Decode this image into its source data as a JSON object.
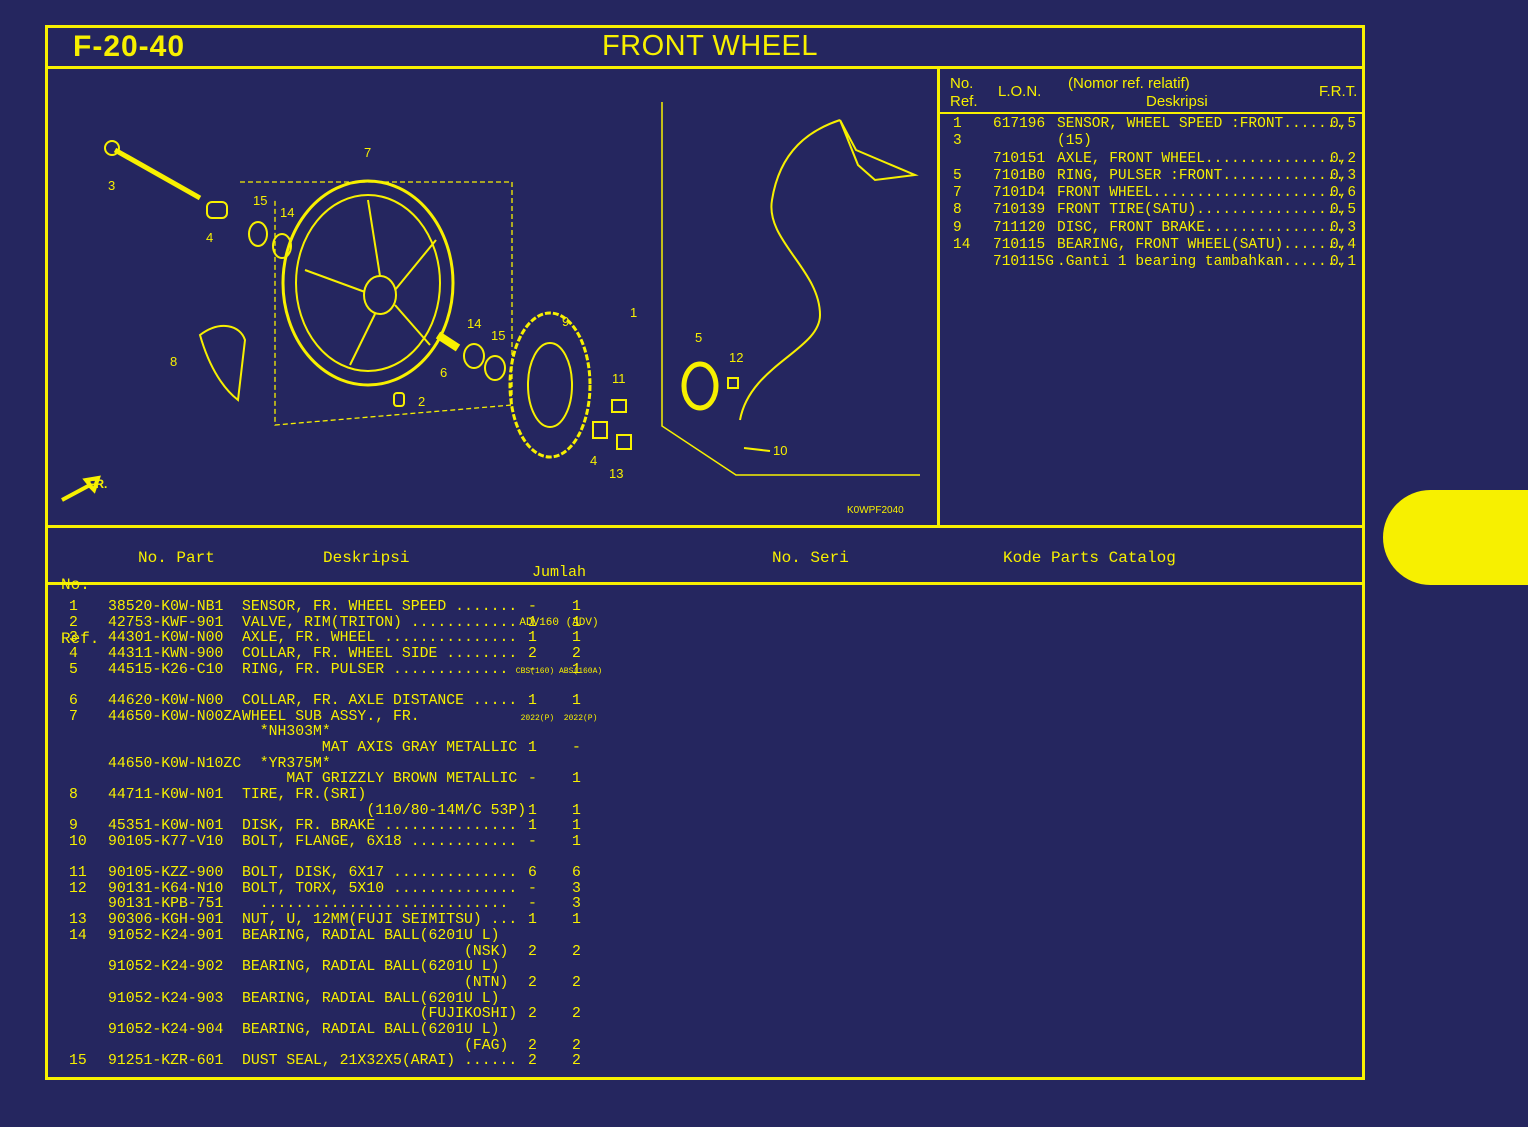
{
  "header": {
    "code": "F-20-40",
    "title": "FRONT WHEEL"
  },
  "diagram": {
    "id_label": "K0WPF2040",
    "direction_label": "FR.",
    "callouts": [
      "1",
      "2",
      "3",
      "4",
      "5",
      "6",
      "7",
      "8",
      "9",
      "10",
      "11",
      "12",
      "13",
      "14",
      "15",
      "14",
      "15",
      "4"
    ]
  },
  "lon_table": {
    "headers": {
      "ref_line1": "No.",
      "ref_line2": "Ref.",
      "lon": "L.O.N.",
      "desc_line1": "(Nomor ref. relatif)",
      "desc_line2": "Deskripsi",
      "frt": "F.R.T."
    },
    "rows": [
      {
        "ref": "1",
        "lon": "617196",
        "desc": "SENSOR, WHEEL SPEED :FRONT.......",
        "frt": "0,5"
      },
      {
        "ref": "3",
        "lon": "",
        "desc": "(15)",
        "frt": ""
      },
      {
        "ref": "",
        "lon": "710151",
        "desc": "AXLE, FRONT WHEEL................",
        "frt": "0,2"
      },
      {
        "ref": "5",
        "lon": "7101B0",
        "desc": "RING, PULSER :FRONT..............",
        "frt": "0,3"
      },
      {
        "ref": "7",
        "lon": "7101D4",
        "desc": "FRONT WHEEL......................",
        "frt": "0,6"
      },
      {
        "ref": "8",
        "lon": "710139",
        "desc": "FRONT TIRE(SATU).................",
        "frt": "0,5"
      },
      {
        "ref": "9",
        "lon": "711120",
        "desc": "DISC, FRONT BRAKE................",
        "frt": "0,3"
      },
      {
        "ref": "14",
        "lon": "710115",
        "desc": "BEARING, FRONT WHEEL(SATU).......",
        "frt": "0,4"
      },
      {
        "ref": "",
        "lon": "710115G",
        "desc": ".Ganti 1 bearing tambahkan.......",
        "frt": "0,1"
      }
    ]
  },
  "parts_table": {
    "headers": {
      "ref_line1": "No.",
      "ref_line2": "Ref.",
      "part": "No. Part",
      "desc": "Deskripsi",
      "qty": "Jumlah",
      "qty_model": "ADV160 (ADV)",
      "qty_variant": "CBS(160) ABS(160A)",
      "qty_year": "2022(P)  2022(P)",
      "serial": "No. Seri",
      "catalog": "Kode Parts Catalog"
    },
    "rows": [
      {
        "ref": "1",
        "part": "38520-K0W-NB1",
        "desc": "SENSOR, FR. WHEEL SPEED .......",
        "q1": "-",
        "q2": "1"
      },
      {
        "ref": "2",
        "part": "42753-KWF-901",
        "desc": "VALVE, RIM(TRITON) ............",
        "q1": "1",
        "q2": "1"
      },
      {
        "ref": "3",
        "part": "44301-K0W-N00",
        "desc": "AXLE, FR. WHEEL ...............",
        "q1": "1",
        "q2": "1"
      },
      {
        "ref": "4",
        "part": "44311-KWN-900",
        "desc": "COLLAR, FR. WHEEL SIDE ........",
        "q1": "2",
        "q2": "2"
      },
      {
        "ref": "5",
        "part": "44515-K26-C10",
        "desc": "RING, FR. PULSER .............",
        "q1": "-",
        "q2": "1"
      },
      {
        "gap": true
      },
      {
        "ref": "6",
        "part": "44620-K0W-N00",
        "desc": "COLLAR, FR. AXLE DISTANCE .....",
        "q1": "1",
        "q2": "1"
      },
      {
        "ref": "7",
        "part": "44650-K0W-N00ZA",
        "desc": "WHEEL SUB ASSY., FR.",
        "q1": "",
        "q2": ""
      },
      {
        "ref": "",
        "part": "",
        "desc": "  *NH303M*",
        "q1": "",
        "q2": ""
      },
      {
        "ref": "",
        "part": "",
        "desc": "         MAT AXIS GRAY METALLIC",
        "q1": "1",
        "q2": "-"
      },
      {
        "ref": "",
        "part": "44650-K0W-N10ZC",
        "desc": "  *YR375M*",
        "q1": "",
        "q2": ""
      },
      {
        "ref": "",
        "part": "",
        "desc": "     MAT GRIZZLY BROWN METALLIC",
        "q1": "-",
        "q2": "1"
      },
      {
        "ref": "8",
        "part": "44711-K0W-N01",
        "desc": "TIRE, FR.(SRI)",
        "q1": "",
        "q2": ""
      },
      {
        "ref": "",
        "part": "",
        "desc": "              (110/80-14M/C 53P)",
        "q1": "1",
        "q2": "1"
      },
      {
        "ref": "9",
        "part": "45351-K0W-N01",
        "desc": "DISK, FR. BRAKE ...............",
        "q1": "1",
        "q2": "1"
      },
      {
        "ref": "10",
        "part": "90105-K77-V10",
        "desc": "BOLT, FLANGE, 6X18 ............",
        "q1": "-",
        "q2": "1"
      },
      {
        "gap": true
      },
      {
        "ref": "11",
        "part": "90105-KZZ-900",
        "desc": "BOLT, DISK, 6X17 ..............",
        "q1": "6",
        "q2": "6"
      },
      {
        "ref": "12",
        "part": "90131-K64-N10",
        "desc": "BOLT, TORX, 5X10 ..............",
        "q1": "-",
        "q2": "3"
      },
      {
        "ref": "",
        "part": "90131-KPB-751",
        "desc": "  ............................",
        "q1": "-",
        "q2": "3"
      },
      {
        "ref": "13",
        "part": "90306-KGH-901",
        "desc": "NUT, U, 12MM(FUJI SEIMITSU) ...",
        "q1": "1",
        "q2": "1"
      },
      {
        "ref": "14",
        "part": "91052-K24-901",
        "desc": "BEARING, RADIAL BALL(6201U L)",
        "q1": "",
        "q2": ""
      },
      {
        "ref": "",
        "part": "",
        "desc": "                         (NSK)",
        "q1": "2",
        "q2": "2"
      },
      {
        "ref": "",
        "part": "91052-K24-902",
        "desc": "BEARING, RADIAL BALL(6201U L)",
        "q1": "",
        "q2": ""
      },
      {
        "ref": "",
        "part": "",
        "desc": "                         (NTN)",
        "q1": "2",
        "q2": "2"
      },
      {
        "ref": "",
        "part": "91052-K24-903",
        "desc": "BEARING, RADIAL BALL(6201U L)",
        "q1": "",
        "q2": ""
      },
      {
        "ref": "",
        "part": "",
        "desc": "                    (FUJIKOSHI)",
        "q1": "2",
        "q2": "2"
      },
      {
        "ref": "",
        "part": "91052-K24-904",
        "desc": "BEARING, RADIAL BALL(6201U L)",
        "q1": "",
        "q2": ""
      },
      {
        "ref": "",
        "part": "",
        "desc": "                         (FAG)",
        "q1": "2",
        "q2": "2"
      },
      {
        "ref": "15",
        "part": "91251-KZR-601",
        "desc": "DUST SEAL, 21X32X5(ARAI) ......",
        "q1": "2",
        "q2": "2"
      }
    ]
  },
  "colors": {
    "background": "#25265f",
    "accent": "#f7f000"
  }
}
